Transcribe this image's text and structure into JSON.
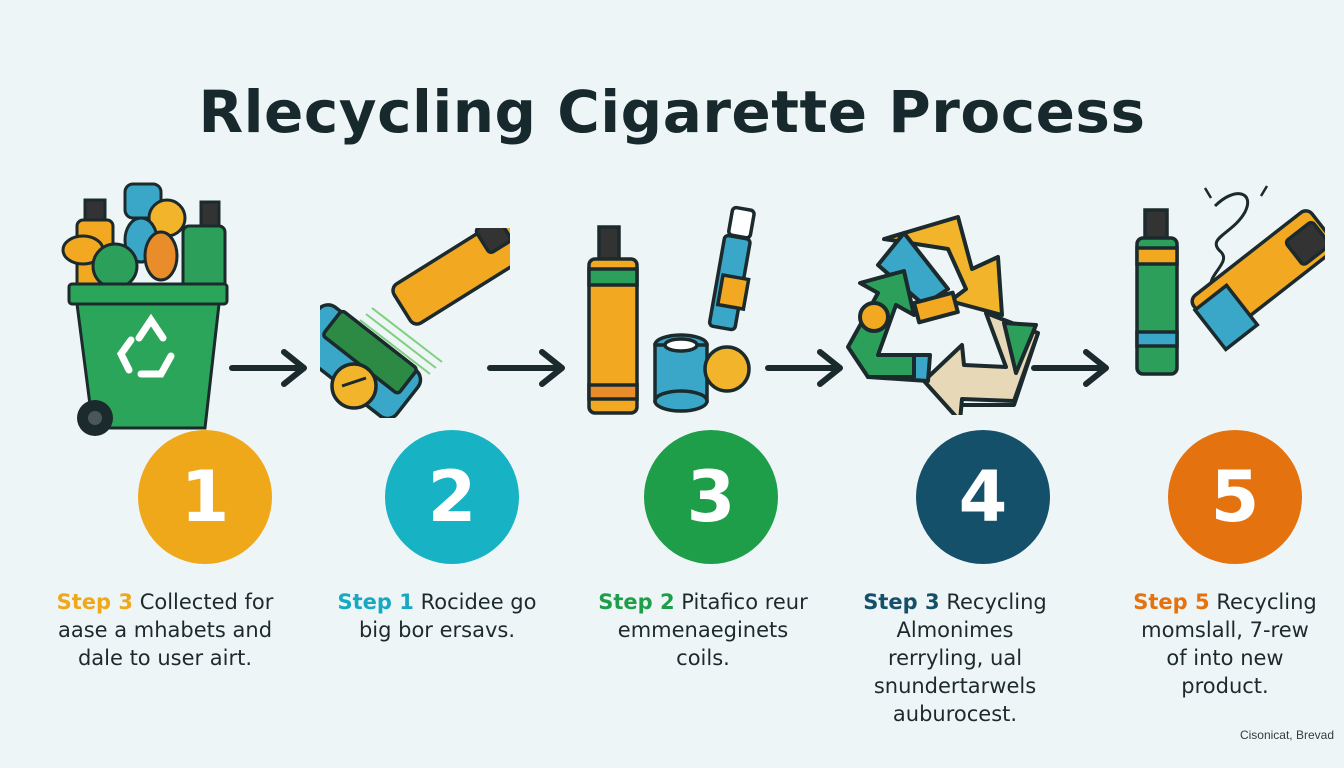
{
  "title": "Rlecycling Cigarette Process",
  "steps": [
    {
      "number": "1",
      "color": "#f0a81b",
      "lead": "Step 3",
      "lead_color": "#f0a81b",
      "lines": [
        "Collected for",
        "aase a mhabets and",
        "dale to user airt."
      ]
    },
    {
      "number": "2",
      "color": "#17b3c4",
      "lead": "Step 1",
      "lead_color": "#17a9c2",
      "lines": [
        "Rocidee go",
        "big bor ersavs."
      ]
    },
    {
      "number": "3",
      "color": "#1f9e4a",
      "lead": "Step 2",
      "lead_color": "#1f9e4a",
      "lines": [
        "Pitafico reur",
        "emmenaeginets",
        "coils."
      ]
    },
    {
      "number": "4",
      "color": "#15506b",
      "lead": "Step 3",
      "lead_color": "#15506b",
      "lines": [
        "Recycling",
        "Almonimes",
        "rerryling, ual",
        "snundertarwels",
        "auburocest."
      ]
    },
    {
      "number": "5",
      "color": "#e4720f",
      "lead": "Step 5",
      "lead_color": "#e4720f",
      "lines": [
        "Recycling",
        "momslall, 7-rew",
        "of into new",
        "product."
      ]
    }
  ],
  "footer": "Cisonicat, Brevad",
  "icons": [
    "recycle-bin-icon",
    "vape-device-icon",
    "cigarette-parts-icon",
    "recycle-symbol-icon",
    "recycled-product-icon",
    "arrow-right-icon"
  ]
}
